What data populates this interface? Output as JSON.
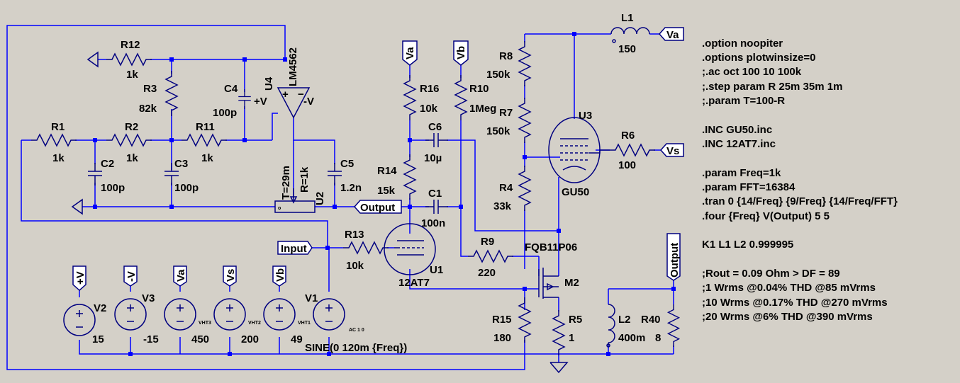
{
  "components": {
    "R12": {
      "name": "R12",
      "value": "1k"
    },
    "R3": {
      "name": "R3",
      "value": "82k"
    },
    "C4": {
      "name": "C4",
      "value": "100p"
    },
    "U4": {
      "name": "U4",
      "value": "LM4562",
      "plus": "+V",
      "minus": "-V"
    },
    "R1": {
      "name": "R1",
      "value": "1k"
    },
    "R2": {
      "name": "R2",
      "value": "1k"
    },
    "R11": {
      "name": "R11",
      "value": "1k"
    },
    "C2": {
      "name": "C2",
      "value": "100p"
    },
    "C3": {
      "name": "C3",
      "value": "100p"
    },
    "U2": {
      "name": "U2",
      "t": "T=29m",
      "r": "R=1k"
    },
    "C5": {
      "name": "C5",
      "value": "1.2n"
    },
    "R16": {
      "name": "R16",
      "value": "10k"
    },
    "R10": {
      "name": "R10",
      "value": "1Meg"
    },
    "C6": {
      "name": "C6",
      "value": "10µ"
    },
    "R14": {
      "name": "R14",
      "value": "15k"
    },
    "C1": {
      "name": "C1",
      "value": "100n"
    },
    "R13": {
      "name": "R13",
      "value": "10k"
    },
    "U1": {
      "name": "U1",
      "value": "12AT7"
    },
    "R9": {
      "name": "R9",
      "value": "220"
    },
    "M2": {
      "name": "M2",
      "value": "FQB11P06"
    },
    "R8": {
      "name": "R8",
      "value": "150k"
    },
    "R7": {
      "name": "R7",
      "value": "150k"
    },
    "R4": {
      "name": "R4",
      "value": "33k"
    },
    "U3": {
      "name": "U3",
      "value": "GU50"
    },
    "R6": {
      "name": "R6",
      "value": "100"
    },
    "L1": {
      "name": "L1",
      "value": "150"
    },
    "R15": {
      "name": "R15",
      "value": "180"
    },
    "R5": {
      "name": "R5",
      "value": "1"
    },
    "L2": {
      "name": "L2",
      "value": "400m"
    },
    "R40": {
      "name": "R40",
      "value": "8"
    },
    "V2": {
      "name": "V2",
      "value": "15"
    },
    "V3": {
      "name": "V3",
      "value": "-15"
    },
    "VHT3": {
      "name": "VHT3",
      "value": "450"
    },
    "VHT2": {
      "name": "VHT2",
      "value": "200"
    },
    "VHT1": {
      "name": "VHT1",
      "value": "49"
    },
    "V1": {
      "name": "V1",
      "value": "SINE(0 120m {Freq})",
      "ac": "AC 1 0"
    }
  },
  "flags": {
    "va": "Va",
    "vb": "Vb",
    "vs": "Vs",
    "plus_v": "+V",
    "minus_v": "-V",
    "output": "Output",
    "input": "Input"
  },
  "directives": [
    ".option noopiter",
    ".options plotwinsize=0",
    ";.ac oct 100 10 100k",
    ";.step param R 25m 35m 1m",
    ";.param T=100-R",
    "",
    ".INC GU50.inc",
    ".INC 12AT7.inc",
    "",
    ".param Freq=1k",
    ".param FFT=16384",
    ".tran 0 {14/Freq} {9/Freq} {14/Freq/FFT}",
    ".four {Freq} V(Output) 5 5",
    "",
    "K1 L1 L2 0.999995",
    "",
    ";Rout = 0.09 Ohm > DF = 89",
    ";1 Wrms @0.04% THD @85 mVrms",
    ";10 Wrms @0.17% THD @270 mVrms",
    ";20 Wrms @6% THD @390 mVrms"
  ]
}
